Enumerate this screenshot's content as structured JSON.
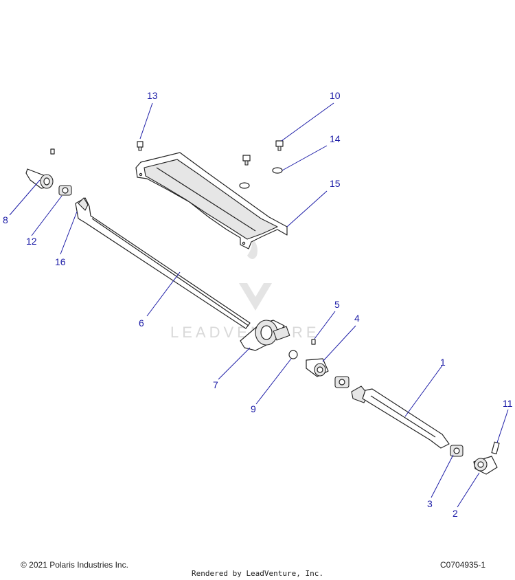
{
  "callouts": [
    "1",
    "2",
    "3",
    "4",
    "5",
    "6",
    "7",
    "8",
    "9",
    "10",
    "11",
    "12",
    "13",
    "14",
    "15",
    "16"
  ],
  "watermark": {
    "text": "LEADVENTURE"
  },
  "footer": {
    "copyright": "© 2021 Polaris Industries Inc.",
    "drawing_id": "C0704935-1",
    "rendered_by": "Rendered by LeadVenture, Inc."
  },
  "colors": {
    "callout": "#1a1aa6",
    "line": "#222222",
    "watermark": "#d9d9d9"
  }
}
